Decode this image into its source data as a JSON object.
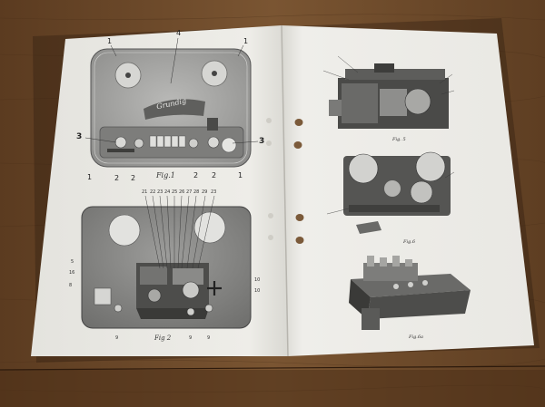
{
  "photo": {
    "subject": "open service manual showing tape recorder figures",
    "colors": {
      "table_wood": "#6b4a2c",
      "paper": "#ecebe6",
      "figure_gray": "#8e8e8c"
    }
  },
  "left_page": {
    "fig1": {
      "caption": "Fig.1",
      "logo_text": "Grundig",
      "callouts": {
        "top_left": "1",
        "top_center": "4",
        "top_right": "1",
        "left_mid": "3",
        "right_mid": "3",
        "bottom": [
          "1",
          "2",
          "2",
          "2",
          "2",
          "1"
        ]
      }
    },
    "fig2": {
      "caption": "Fig 2",
      "callouts": {
        "top": [
          "21",
          "22",
          "23",
          "24",
          "25",
          "26",
          "27",
          "28",
          "29",
          "23"
        ],
        "left": [
          "5",
          "16",
          "8"
        ],
        "right": [
          "10",
          "10"
        ],
        "bottom": [
          "9",
          "9",
          "9"
        ]
      }
    }
  },
  "right_page": {
    "fig3": {
      "caption": "Fig. 5"
    },
    "fig4": {
      "caption": "Fig.6"
    },
    "fig5": {
      "caption": "Fig.6a"
    }
  }
}
